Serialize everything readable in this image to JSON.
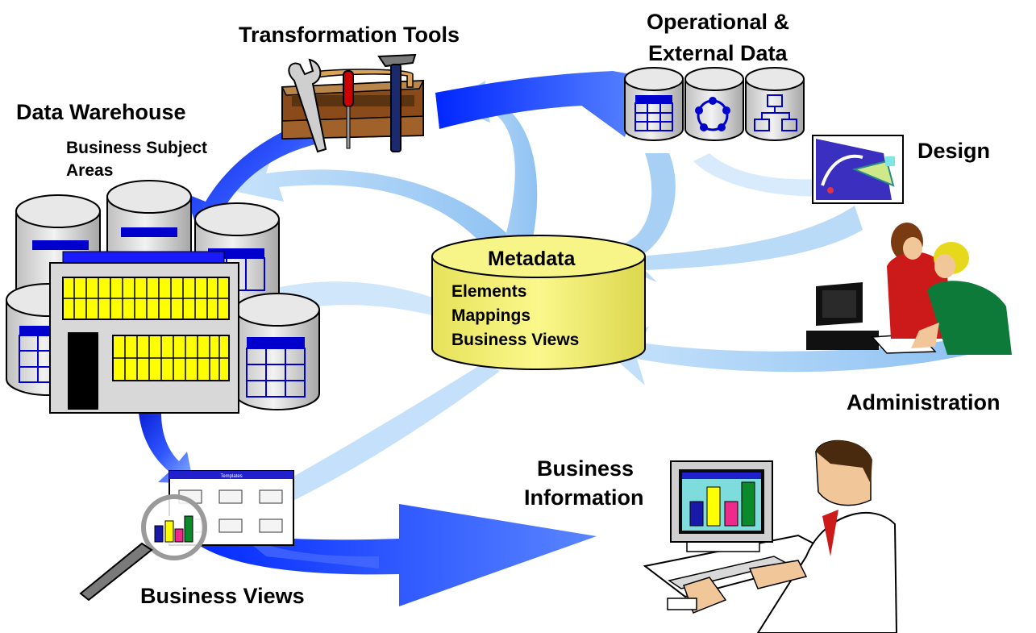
{
  "labels": {
    "transformation_tools": "Transformation Tools",
    "operational_external_line1": "Operational &",
    "operational_external_line2": "External Data",
    "data_warehouse": "Data Warehouse",
    "business_subject_areas_line1": "Business Subject",
    "business_subject_areas_line2": "Areas",
    "design": "Design",
    "administration": "Administration",
    "business_information_line1": "Business",
    "business_information_line2": "Information",
    "business_views": "Business Views",
    "template_title": "Templates"
  },
  "metadata": {
    "title": "Metadata",
    "items": [
      "Elements",
      "Mappings",
      "Business Views"
    ]
  },
  "colors": {
    "primary_arrow": "#1a3cff",
    "light_arrow": "#a9d2f5",
    "metadata_fill": "#f2f07a",
    "window_yellow": "#ffff00",
    "table_blue": "#0000cc",
    "building_gray": "#d8d8d8"
  },
  "icons": {
    "toolbox": "toolbox-icon",
    "design": "design-drawing-icon",
    "administration": "administrators-at-computer-icon",
    "business_information": "man-at-computer-icon",
    "business_views": "magnifier-template-icon"
  }
}
